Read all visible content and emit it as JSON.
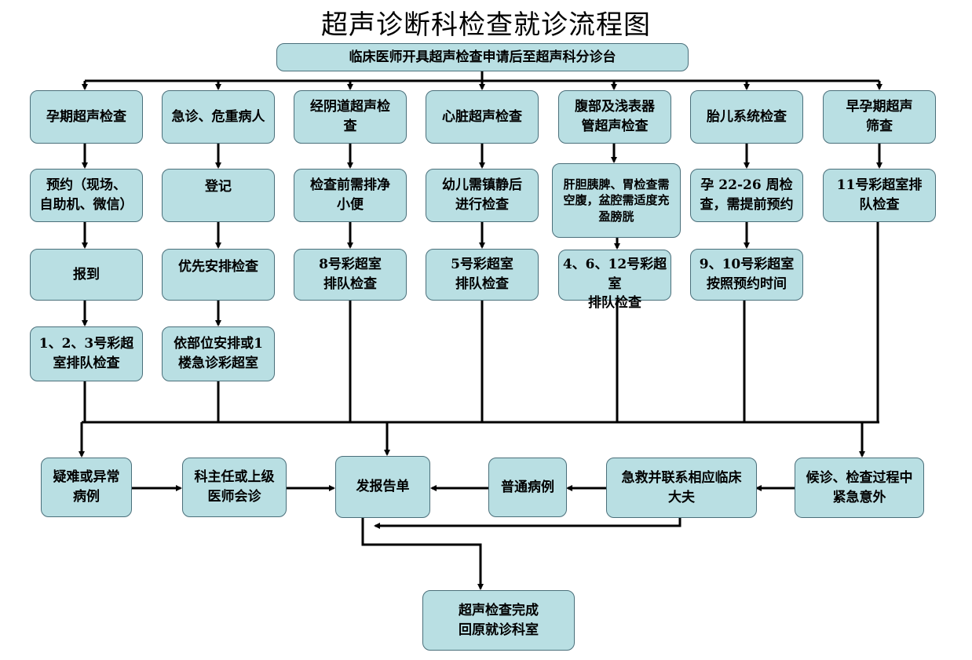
{
  "title": "超声诊断科检查就诊流程图",
  "nodes": {
    "start": "临床医师开具超声检查申请后至超声科分诊台",
    "c1": [
      "孕期超声检查",
      "预约（现场、\n自助机、微信）",
      "报到",
      "1、2、3号彩超\n室排队检查"
    ],
    "c2": [
      "急诊、危重病人",
      "登记",
      "优先安排检查",
      "依部位安排或1\n楼急诊彩超室"
    ],
    "c3": [
      "经阴道超声检\n查",
      "检查前需排净\n小便",
      "8号彩超室\n排队检查"
    ],
    "c4": [
      "心脏超声检查",
      "幼儿需镇静后\n进行检查",
      "5号彩超室\n排队检查"
    ],
    "c5": [
      "腹部及浅表器\n管超声检查",
      "肝胆胰脾、胃检查需\n空腹，盆腔需适度充\n盈膀胱",
      "4、6、12号彩超\n室\n排队检查"
    ],
    "c6": [
      "胎儿系统检查",
      "孕 22-26 周检\n查，需提前预约",
      "9、10号彩超室\n按照预约时间"
    ],
    "c7": [
      "早孕期超声\n筛查",
      "11号彩超室排\n队检查"
    ],
    "bottom": {
      "difficult": "疑难或异常\n病例",
      "consult": "科主任或上级\n医师会诊",
      "report": "发报告单",
      "normal": "普通病例",
      "rescue": "急救并联系相应临床\n大夫",
      "emergency": "候诊、检查过程中\n紧急意外",
      "finish": "超声检查完成\n回原就诊科室"
    }
  }
}
